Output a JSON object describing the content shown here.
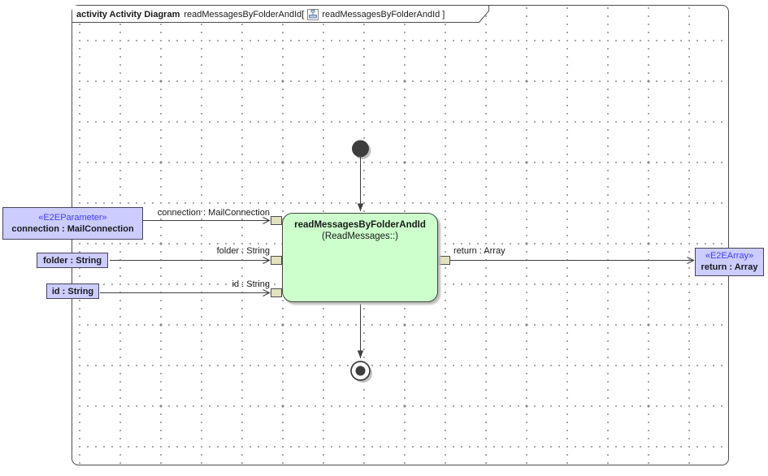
{
  "frame": {
    "title_bold": "activity Activity Diagram",
    "title_name": "readMessagesByFolderAndId[",
    "title_ref": "readMessagesByFolderAndId ]"
  },
  "action": {
    "name": "readMessagesByFolderAndId",
    "qualifier": "(ReadMessages::)"
  },
  "params": {
    "connection": {
      "stereotype": "«E2EParameter»",
      "name": "connection : MailConnection"
    },
    "folder": {
      "name": "folder : String"
    },
    "id": {
      "name": "id : String"
    },
    "result": {
      "stereotype": "«E2EArray»",
      "name": "return : Array"
    }
  },
  "edge_labels": {
    "connection": "connection : MailConnection",
    "folder": "folder : String",
    "id": "id : String",
    "return": "return : Array"
  },
  "icons": {
    "frame_icon": "activity-diagram-icon"
  },
  "colors": {
    "parameter_fill": "#ccccff",
    "action_fill": "#ccffcc",
    "pin_fill": "#e2e2c0",
    "stereotype_text": "#3d3dff",
    "line": "#3f3f3f",
    "frame_border": "#4d4d4d",
    "node_fill": "#3d3d3d",
    "shadow": "#bdbdbd",
    "grid_dot": "#8a8a8a",
    "text": "#1a1a1a"
  }
}
